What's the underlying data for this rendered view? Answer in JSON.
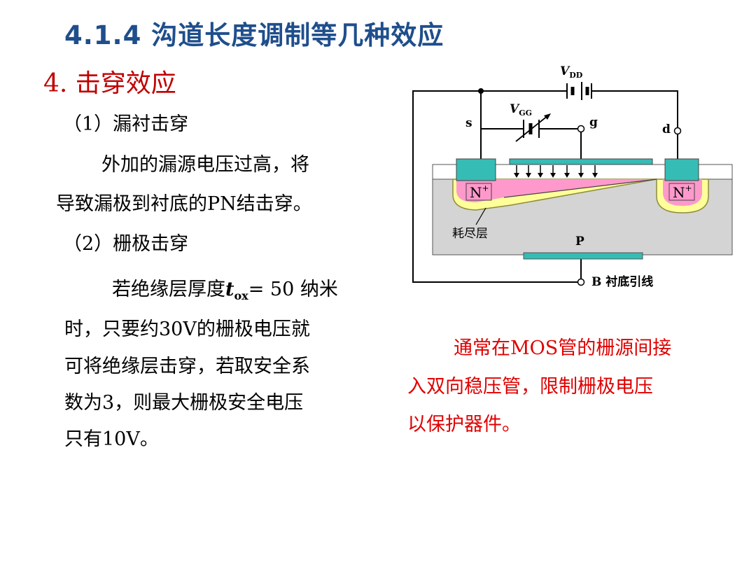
{
  "title": "4.1.4  沟道长度调制等几种效应",
  "section": "4.  击穿效应",
  "sub1": {
    "heading": "（1）漏衬击穿",
    "line1": "外加的漏源电压过高，将",
    "line2": "导致漏极到衬底的PN结击穿。"
  },
  "sub2": {
    "heading": "（2）栅极击穿",
    "line1_pre": "若绝缘层厚度",
    "t_symbol": "t",
    "t_sub": "ox",
    "line1_post": "= 50 纳米",
    "line2": "时，只要约30V的栅极电压就",
    "line3": "可将绝缘层击穿，若取安全系",
    "line4": "数为3，则最大栅极安全电压",
    "line5": "只有10V。"
  },
  "note": {
    "line1": "通常在MOS管的栅源间接",
    "line2": "入双向稳压管，限制栅极电压",
    "line3": "以保护器件。"
  },
  "diagram": {
    "vdd_main": "V",
    "vdd_sub": "DD",
    "vgg_main": "V",
    "vgg_sub": "GG",
    "s_label": "s",
    "g_label": "g",
    "d_label": "d",
    "n_plus_left": "N",
    "n_plus_right": "N",
    "plus_sign": "+",
    "depletion_label": "耗尽层",
    "p_label": "P",
    "substrate_label": "B 衬底引线"
  },
  "colors": {
    "title": "#1f4e8c",
    "heading": "#c00000",
    "note": "#e00000",
    "n_plus": "#35bcb5",
    "gate": "#35bcb5",
    "depletion": "#ffff99",
    "channel": "#ff99cc",
    "substrate": "#d4d4d4"
  }
}
